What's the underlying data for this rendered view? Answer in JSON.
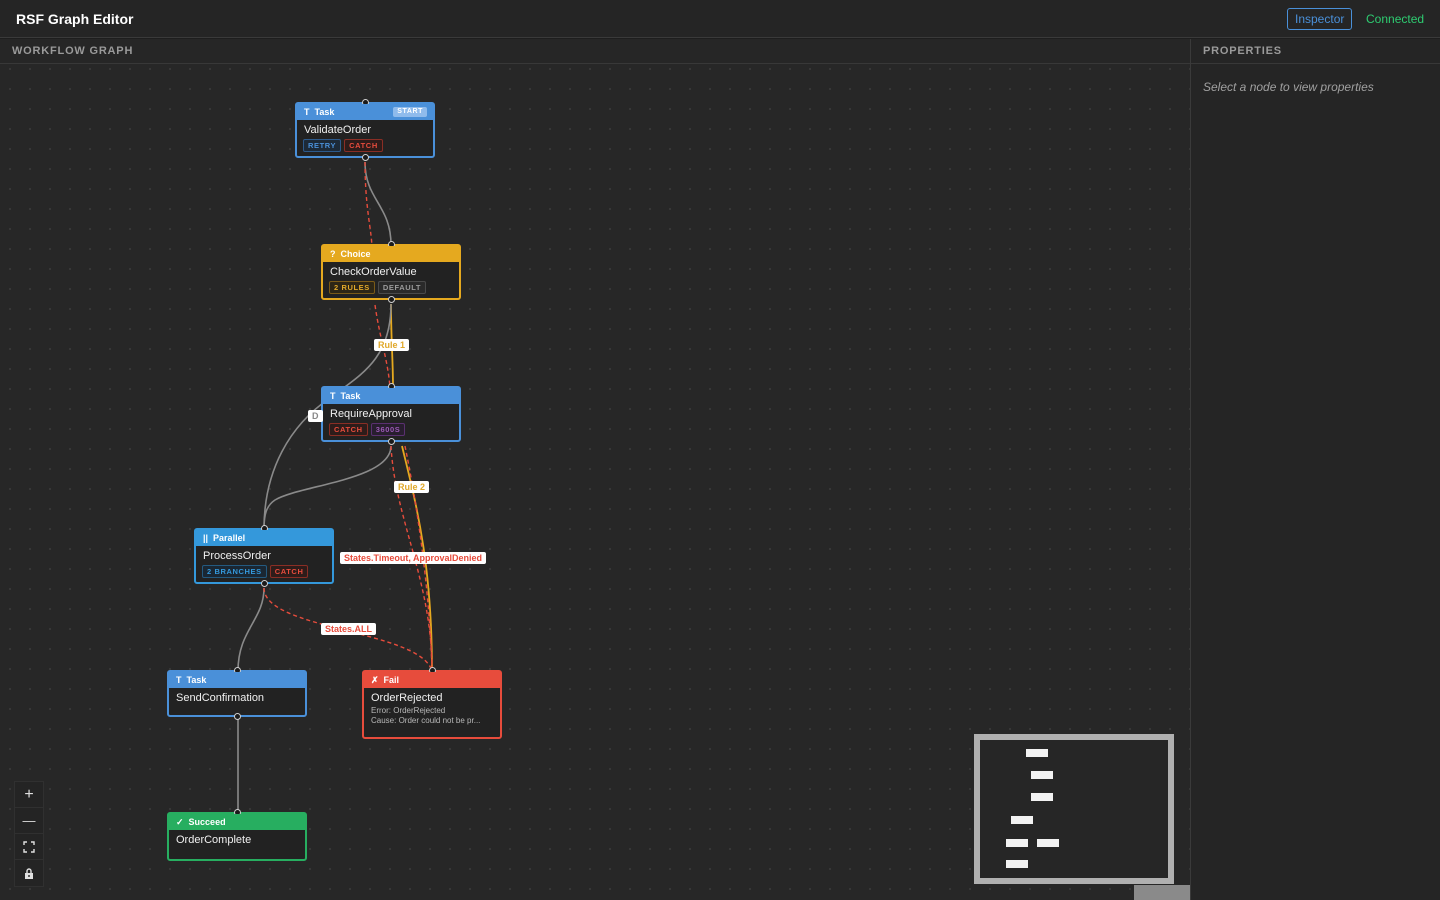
{
  "header": {
    "title": "RSF Graph Editor",
    "inspector_label": "Inspector",
    "status": "Connected"
  },
  "canvas": {
    "panel_title": "WORKFLOW GRAPH"
  },
  "nodes": {
    "validate": {
      "type_label": "Task",
      "glyph": "T",
      "name": "ValidateOrder",
      "start_badge": "START",
      "badges": [
        "RETRY",
        "CATCH"
      ]
    },
    "check": {
      "type_label": "Choice",
      "glyph": "?",
      "name": "CheckOrderValue",
      "badges": [
        "2 RULES",
        "DEFAULT"
      ]
    },
    "approval": {
      "type_label": "Task",
      "glyph": "T",
      "name": "RequireApproval",
      "badges": [
        "CATCH",
        "3600S"
      ]
    },
    "process": {
      "type_label": "Parallel",
      "glyph": "||",
      "name": "ProcessOrder",
      "badges": [
        "2 BRANCHES",
        "CATCH"
      ]
    },
    "confirm": {
      "type_label": "Task",
      "glyph": "T",
      "name": "SendConfirmation"
    },
    "rejected": {
      "type_label": "Fail",
      "glyph": "✗",
      "name": "OrderRejected",
      "error": "Error: OrderRejected",
      "cause": "Cause: Order could not be pr..."
    },
    "complete": {
      "type_label": "Succeed",
      "glyph": "✓",
      "name": "OrderComplete"
    }
  },
  "edge_labels": {
    "rule1": "Rule 1",
    "rule2": "Rule 2",
    "default_partial": "D",
    "timeout": "States.Timeout, ApprovalDenied",
    "all": "States.ALL"
  },
  "controls": {
    "zoom_in": "+",
    "zoom_out": "—",
    "fit": "⛶",
    "lock": "🔒"
  },
  "properties": {
    "title": "PROPERTIES",
    "empty_text": "Select a node to view properties"
  },
  "colors": {
    "task": "#4a90d9",
    "choice": "#e5a91f",
    "parallel": "#3498db",
    "fail": "#e74c3c",
    "succeed": "#27ae60",
    "accent_status": "#2ecc71"
  }
}
